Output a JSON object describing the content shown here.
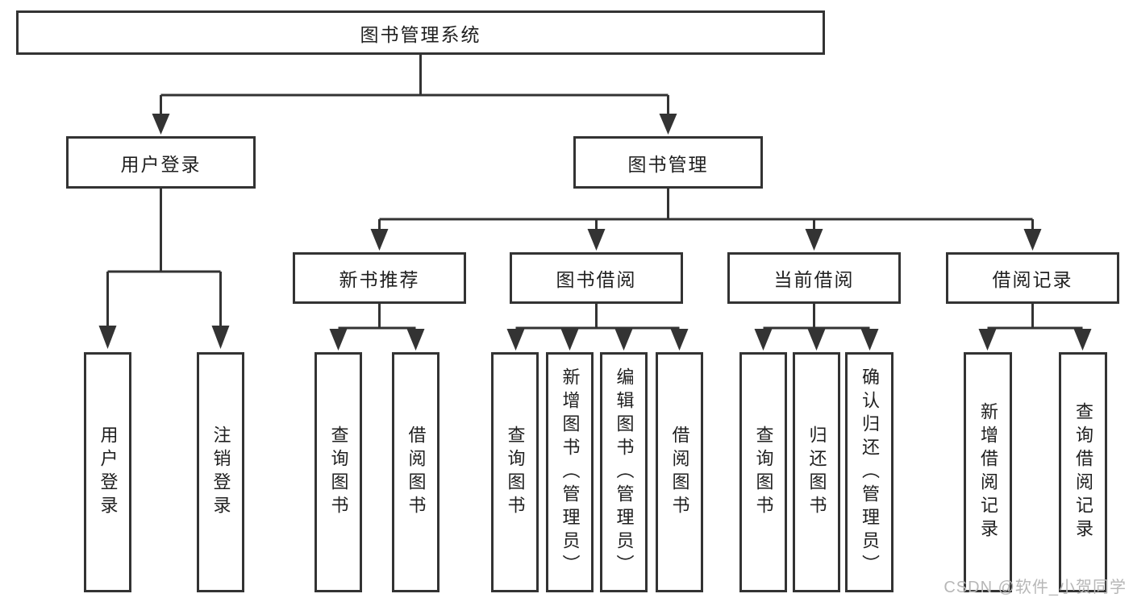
{
  "colors": {
    "line": "#333333",
    "box_border": "#333333",
    "text": "#1f1f1f",
    "background": "#ffffff",
    "watermark": "#b7b7b7"
  },
  "watermark": {
    "text": "CSDN @软件_小贺同学"
  },
  "tree": {
    "root": {
      "label": "图书管理系统"
    },
    "level2": [
      {
        "label": "用户登录",
        "children": [
          {
            "label": "用户登录"
          },
          {
            "label": "注销登录"
          }
        ]
      },
      {
        "label": "图书管理",
        "children": [
          {
            "label": "新书推荐",
            "children": [
              {
                "label": "查询图书"
              },
              {
                "label": "借阅图书"
              }
            ]
          },
          {
            "label": "图书借阅",
            "children": [
              {
                "label": "查询图书"
              },
              {
                "label": "新增图书（管理员）"
              },
              {
                "label": "编辑图书（管理员）"
              },
              {
                "label": "借阅图书"
              }
            ]
          },
          {
            "label": "当前借阅",
            "children": [
              {
                "label": "查询图书"
              },
              {
                "label": "归还图书"
              },
              {
                "label": "确认归还（管理员）"
              }
            ]
          },
          {
            "label": "借阅记录",
            "children": [
              {
                "label": "新增借阅记录"
              },
              {
                "label": "查询借阅记录"
              }
            ]
          }
        ]
      }
    ]
  }
}
